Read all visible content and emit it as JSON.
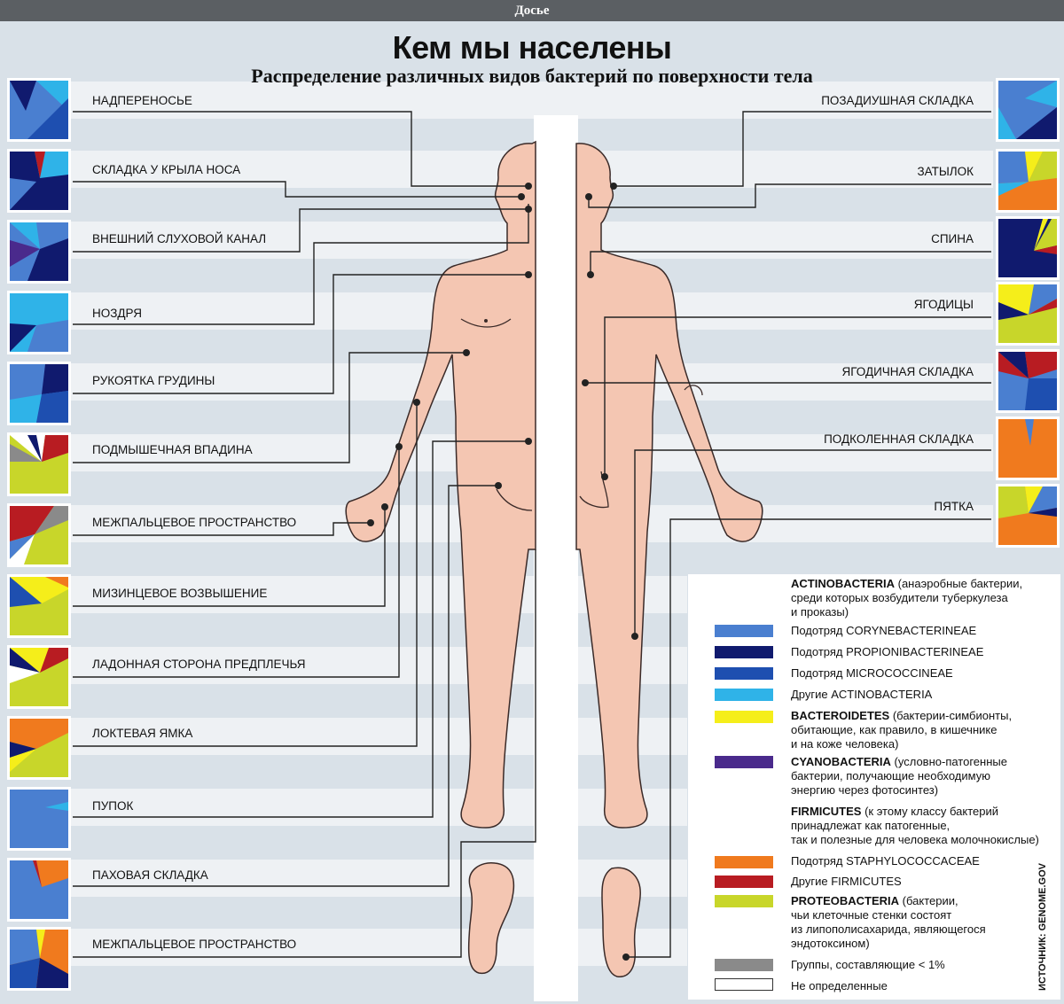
{
  "header": {
    "section": "Досье"
  },
  "title": "Кем мы населены",
  "subtitle": "Распределение различных видов бактерий по поверхности тела",
  "left_labels": [
    "НАДПЕРЕНОСЬЕ",
    "СКЛАДКА У КРЫЛА НОСА",
    "ВНЕШНИЙ СЛУХОВОЙ КАНАЛ",
    "НОЗДРЯ",
    "РУКОЯТКА ГРУДИНЫ",
    "ПОДМЫШЕЧНАЯ ВПАДИНА",
    "МЕЖПАЛЬЦЕВОЕ ПРОСТРАНСТВО",
    "МИЗИНЦЕВОЕ ВОЗВЫШЕНИЕ",
    "ЛАДОННАЯ СТОРОНА ПРЕДПЛЕЧЬЯ",
    "ЛОКТЕВАЯ ЯМКА",
    "ПУПОК",
    "ПАХОВАЯ СКЛАДКА",
    "МЕЖПАЛЬЦЕВОЕ ПРОСТРАНСТВО"
  ],
  "right_labels": [
    "ПОЗАДИУШНАЯ СКЛАДКА",
    "ЗАТЫЛОК",
    "СПИНА",
    "ЯГОДИЦЫ",
    "ЯГОДИЧНАЯ СКЛАДКА",
    "ПОДКОЛЕННАЯ СКЛАДКА",
    "ПЯТКА"
  ],
  "colors": {
    "corynebacterineae": "#4a7fd0",
    "propionibacterineae": "#101a6e",
    "micrococcineae": "#1e4fb0",
    "other_actino": "#2fb3e8",
    "bacteroidetes": "#f5ee1a",
    "cyanobacteria": "#4a2a8c",
    "staphylococcaceae": "#f07a1e",
    "other_firmicutes": "#b81c22",
    "proteobacteria": "#c8d62a",
    "lt1": "#8a8a8a",
    "undefined": "#ffffff",
    "skin": "#f4c6b2"
  },
  "legend": {
    "actino_title": "ACTINOBACTERIA",
    "actino_desc": " (анаэробные бактерии,",
    "actino_desc2": "среди которых возбудители туберкулеза",
    "actino_desc3": "и проказы)",
    "items": [
      "Подотряд CORYNEBACTERINEAE",
      "Подотряд PROPIONIBACTERINEAE",
      "Подотряд MICROCOCCINEAE",
      "Другие ACTINOBACTERIA"
    ],
    "bact_title": "BACTEROIDETES",
    "bact_desc1": " (бактерии-симбионты,",
    "bact_desc2": "обитающие, как правило, в кишечнике",
    "bact_desc3": "и на коже человека)",
    "cyano_title": "CYANOBACTERIA",
    "cyano_desc1": " (условно-патогенные",
    "cyano_desc2": "бактерии, получающие необходимую",
    "cyano_desc3": "энергию через фотосинтез)",
    "firm_title": "FIRMICUTES",
    "firm_desc1": " (к этому классу бактерий",
    "firm_desc2": "принадлежат как патогенные,",
    "firm_desc3": "так и полезные для человека молочнокислые)",
    "firm_items": [
      "Подотряд STAPHYLOCOCCACEAE",
      "Другие FIRMICUTES"
    ],
    "prot_title": "PROTEOBACTERIA",
    "prot_desc1": " (бактерии,",
    "prot_desc2": "чьи клеточные стенки состоят",
    "prot_desc3": "из липополисахарида, являющегося",
    "prot_desc4": "эндотоксином)",
    "lt1": "Группы, составляющие < 1%",
    "undef": "Не определенные"
  },
  "source": "ИСТОЧНИК: GENOME.GOV"
}
